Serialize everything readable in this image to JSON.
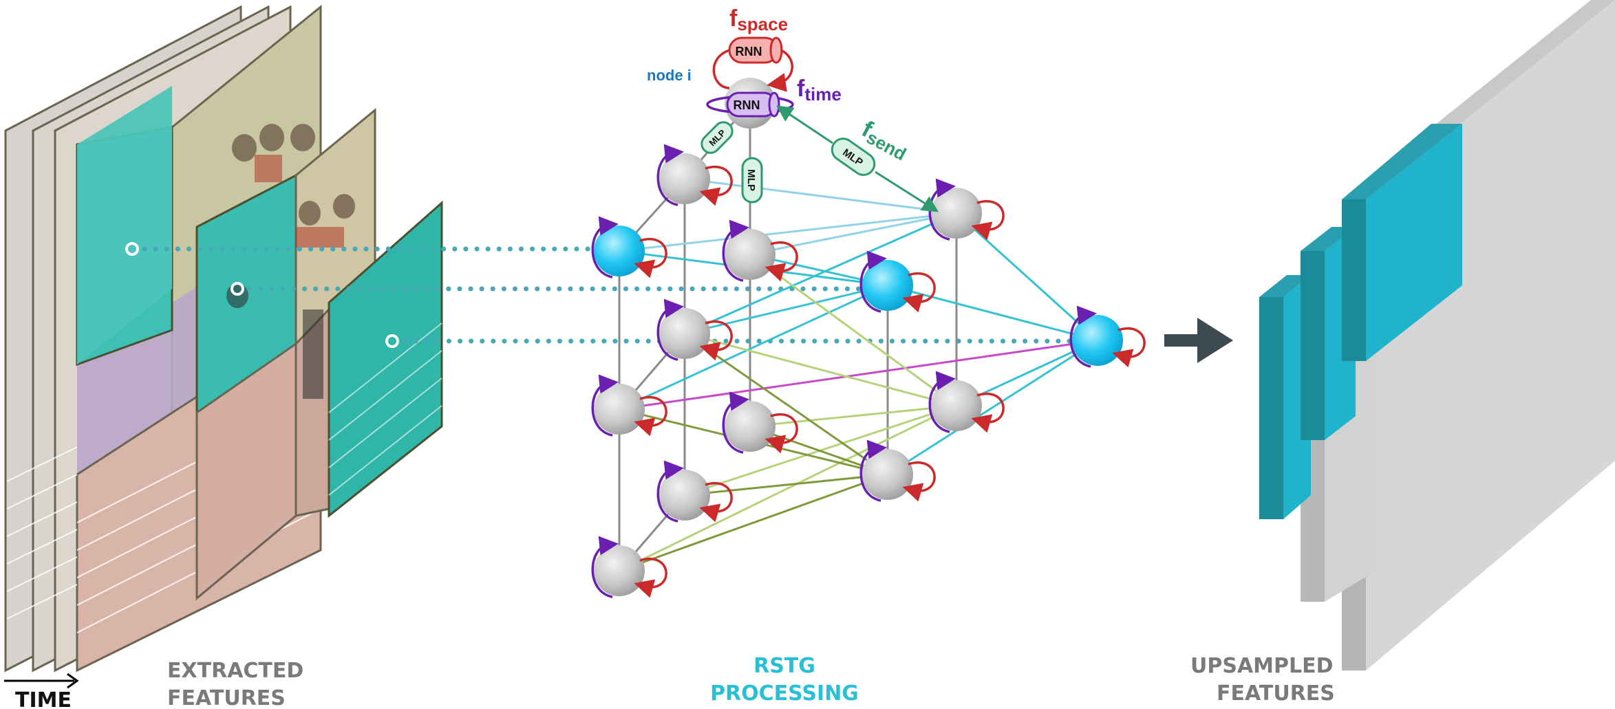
{
  "captions": {
    "time": "TIME",
    "extracted_line1": "EXTRACTED",
    "extracted_line2": "FEATURES",
    "rstg_line1": "RSTG",
    "rstg_line2": "PROCESSING",
    "upsampled_line1": "UPSAMPLED",
    "upsampled_line2": "FEATURES"
  },
  "functions": {
    "space_main": "f",
    "space_sub": "space",
    "time_main": "f",
    "time_sub": "time",
    "send_main": "f",
    "send_sub": "send"
  },
  "labels": {
    "node_i": "node i",
    "rnn_space": "RNN",
    "rnn_time": "RNN",
    "mlp_a": "MLP",
    "mlp_b": "MLP",
    "mlp_send": "MLP"
  },
  "colors": {
    "space": "#cc2a2a",
    "time": "#6a1fb0",
    "send": "#2f9a6e",
    "node_label": "#1a78c2",
    "rstg_caption": "#2bbfd6",
    "gray_caption": "#7a7a7a",
    "active_node": "#1fc8f0",
    "arrow": "#3e4a52"
  }
}
